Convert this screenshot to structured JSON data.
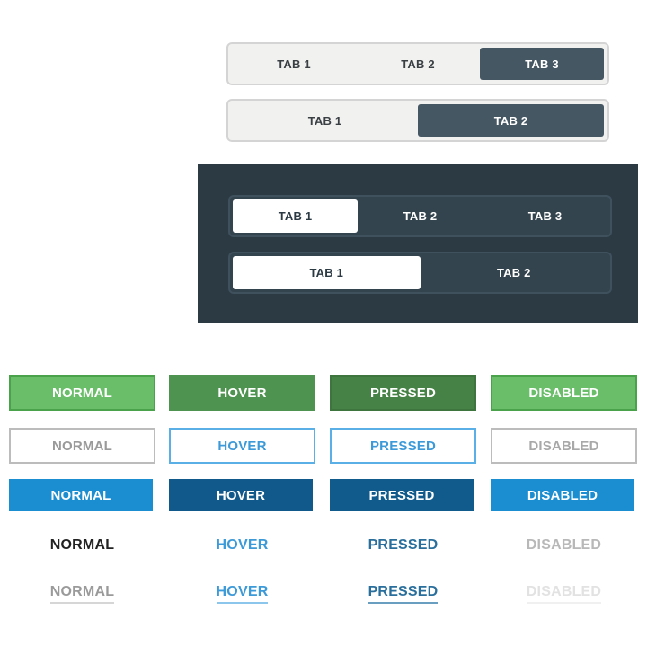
{
  "light_tabs": {
    "three": [
      "TAB 1",
      "TAB 2",
      "TAB 3"
    ],
    "two": [
      "TAB 1",
      "TAB 2"
    ]
  },
  "dark_tabs": {
    "three": [
      "TAB 1",
      "TAB 2",
      "TAB 3"
    ],
    "two": [
      "TAB 1",
      "TAB 2"
    ]
  },
  "button_states": {
    "normal": "NORMAL",
    "hover": "HOVER",
    "pressed": "PRESSED",
    "disabled": "DISABLED"
  },
  "colors": {
    "green": "#6abe6a",
    "green_hover": "#4f9351",
    "blue": "#1a8ed1",
    "blue_dark": "#11598a",
    "slate": "#455763",
    "dark_panel": "#2c3a44"
  }
}
